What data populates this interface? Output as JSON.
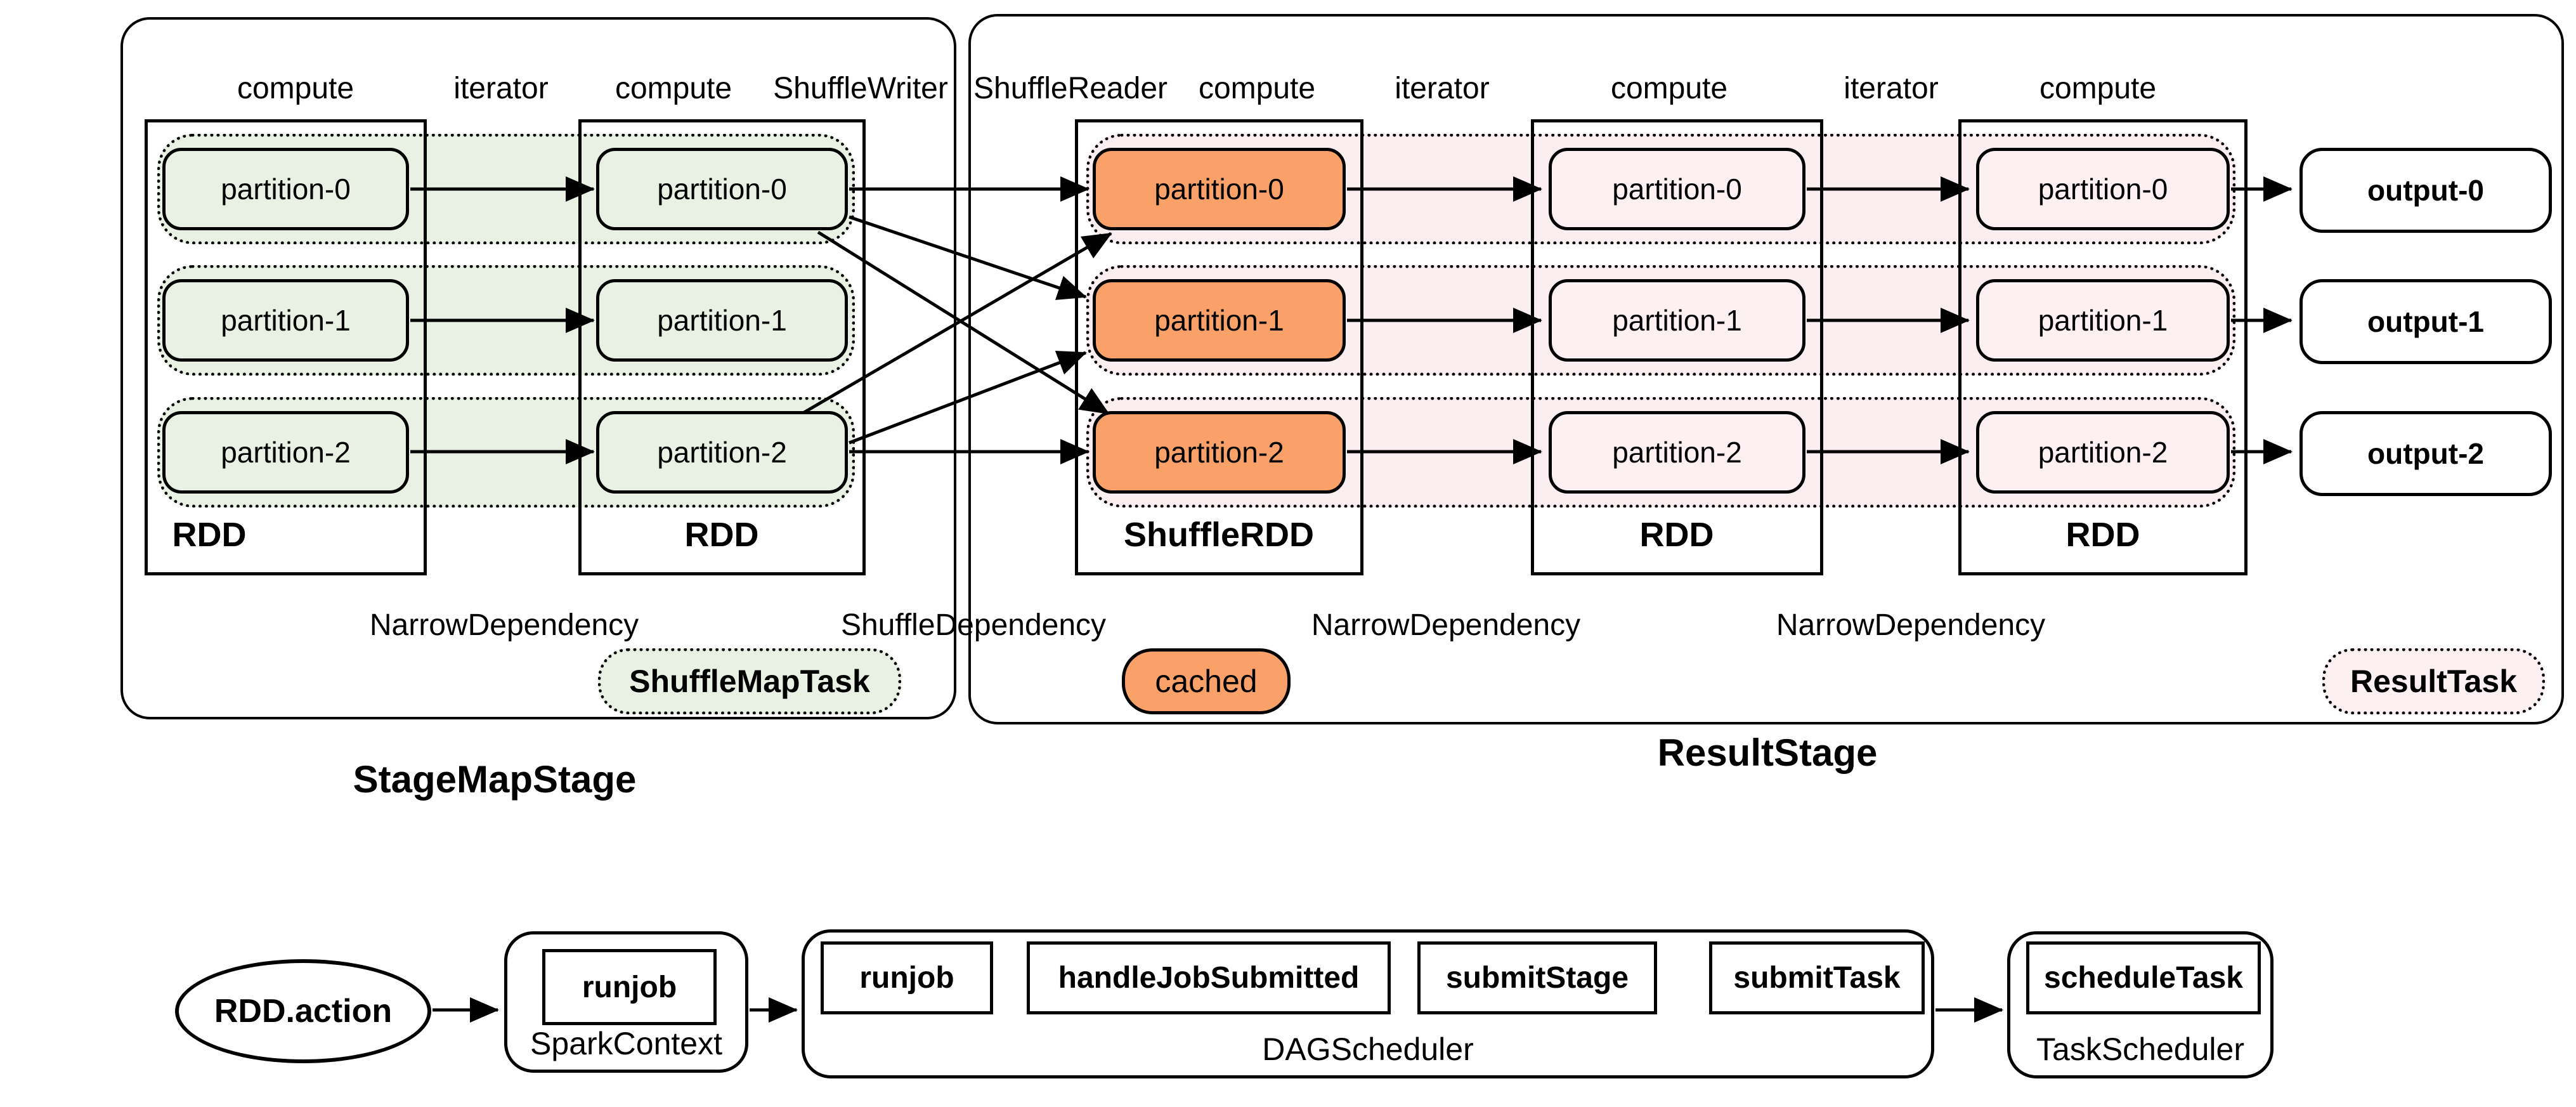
{
  "colors": {
    "green_fill": "#e8f1e4",
    "orange_fill": "#f9a169",
    "pink_band_fill": "#fbeef1",
    "pink_fill": "#fdf0f2",
    "line": "#000000"
  },
  "stages": {
    "map_stage": {
      "title": "StageMapStage",
      "operator_labels": [
        "compute",
        "iterator",
        "compute",
        "ShuffleWriter"
      ],
      "task_badge": "ShuffleMapTask"
    },
    "result_stage": {
      "title": "ResultStage",
      "operator_labels": [
        "ShuffleReader",
        "compute",
        "iterator",
        "compute",
        "iterator",
        "compute"
      ],
      "task_badge": "ResultTask",
      "cached_badge": "cached",
      "outputs": [
        "output-0",
        "output-1",
        "output-2"
      ]
    }
  },
  "dependencies": [
    "NarrowDependency",
    "ShuffleDependency",
    "NarrowDependency",
    "NarrowDependency"
  ],
  "rdds": [
    {
      "label": "RDD",
      "partitions": [
        "partition-0",
        "partition-1",
        "partition-2"
      ]
    },
    {
      "label": "RDD",
      "partitions": [
        "partition-0",
        "partition-1",
        "partition-2"
      ]
    },
    {
      "label": "ShuffleRDD",
      "partitions": [
        "partition-0",
        "partition-1",
        "partition-2"
      ]
    },
    {
      "label": "RDD",
      "partitions": [
        "partition-0",
        "partition-1",
        "partition-2"
      ]
    },
    {
      "label": "RDD",
      "partitions": [
        "partition-0",
        "partition-1",
        "partition-2"
      ]
    }
  ],
  "flow": {
    "action_label": "RDD.action",
    "spark_context": {
      "label": "SparkContext",
      "methods": [
        "runjob"
      ]
    },
    "dag_scheduler": {
      "label": "DAGScheduler",
      "methods": [
        "runjob",
        "handleJobSubmitted",
        "submitStage",
        "submitTask"
      ]
    },
    "task_scheduler": {
      "label": "TaskScheduler",
      "methods": [
        "scheduleTask"
      ]
    }
  }
}
